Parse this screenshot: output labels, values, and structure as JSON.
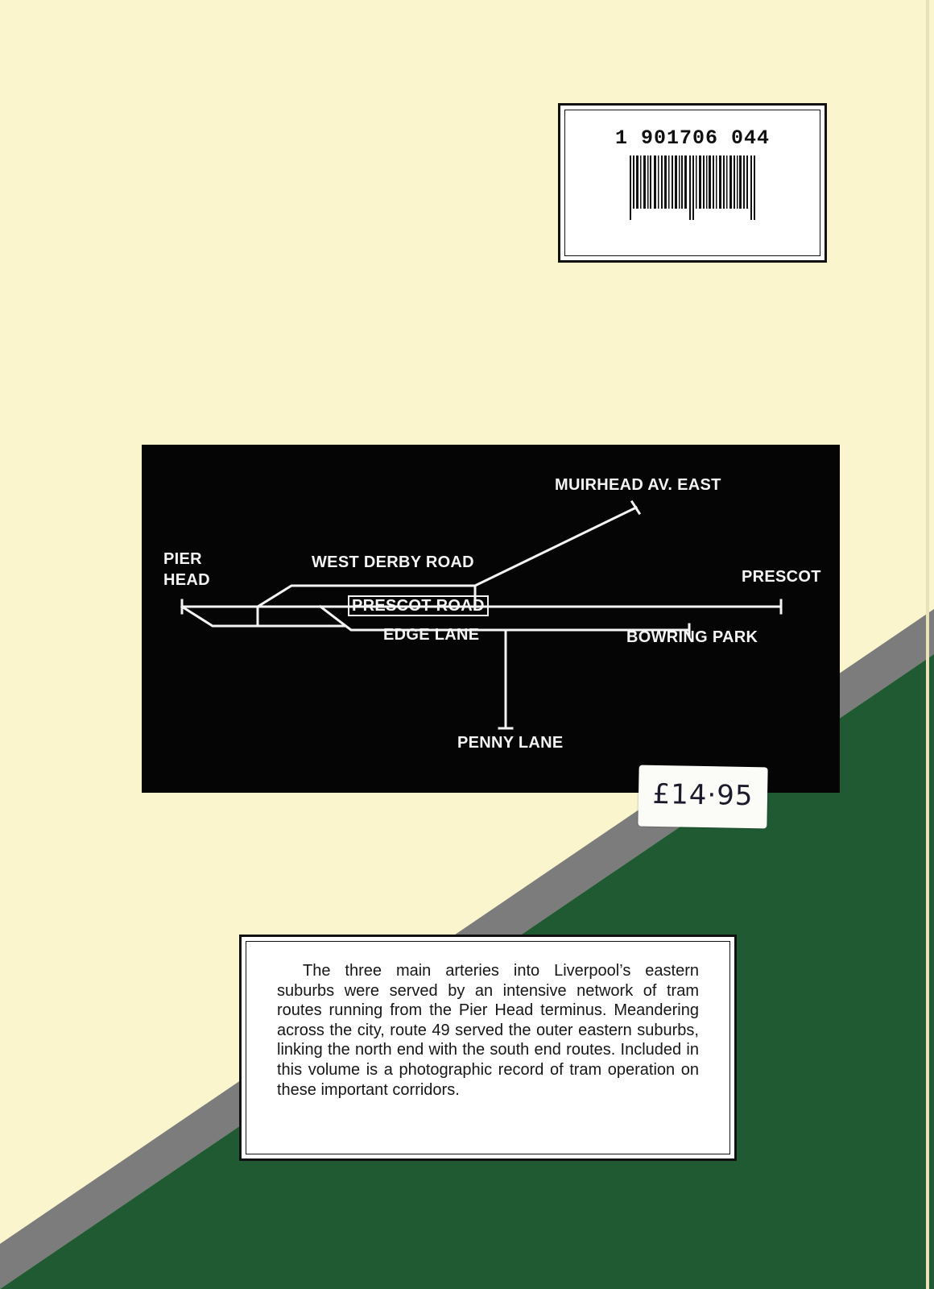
{
  "isbn": {
    "number": "1 901706 044"
  },
  "route_map": {
    "labels": {
      "muirhead": "MUIRHEAD AV. EAST",
      "pier": "PIER",
      "head": "HEAD",
      "west_derby": "WEST DERBY ROAD",
      "prescot": "PRESCOT",
      "prescot_road": "PRESCOT ROAD",
      "edge_lane": "EDGE LANE",
      "bowring_park": "BOWRING PARK",
      "penny_lane": "PENNY LANE"
    }
  },
  "price": {
    "text": "£14·95"
  },
  "blurb": {
    "text": "The three main arteries into Liverpool’s eastern suburbs were served by an intensive network of tram routes running from the Pier Head terminus. Meandering across the city, route 49 served the outer eastern suburbs, linking the north end with the south end routes.  Included in this volume is a photographic record of tram operation on these important corridors."
  },
  "colors": {
    "cover_cream": "#faf5cd",
    "stripe_grey": "#7c7c7c",
    "green": "#1f5a33",
    "map_background": "#050505"
  }
}
